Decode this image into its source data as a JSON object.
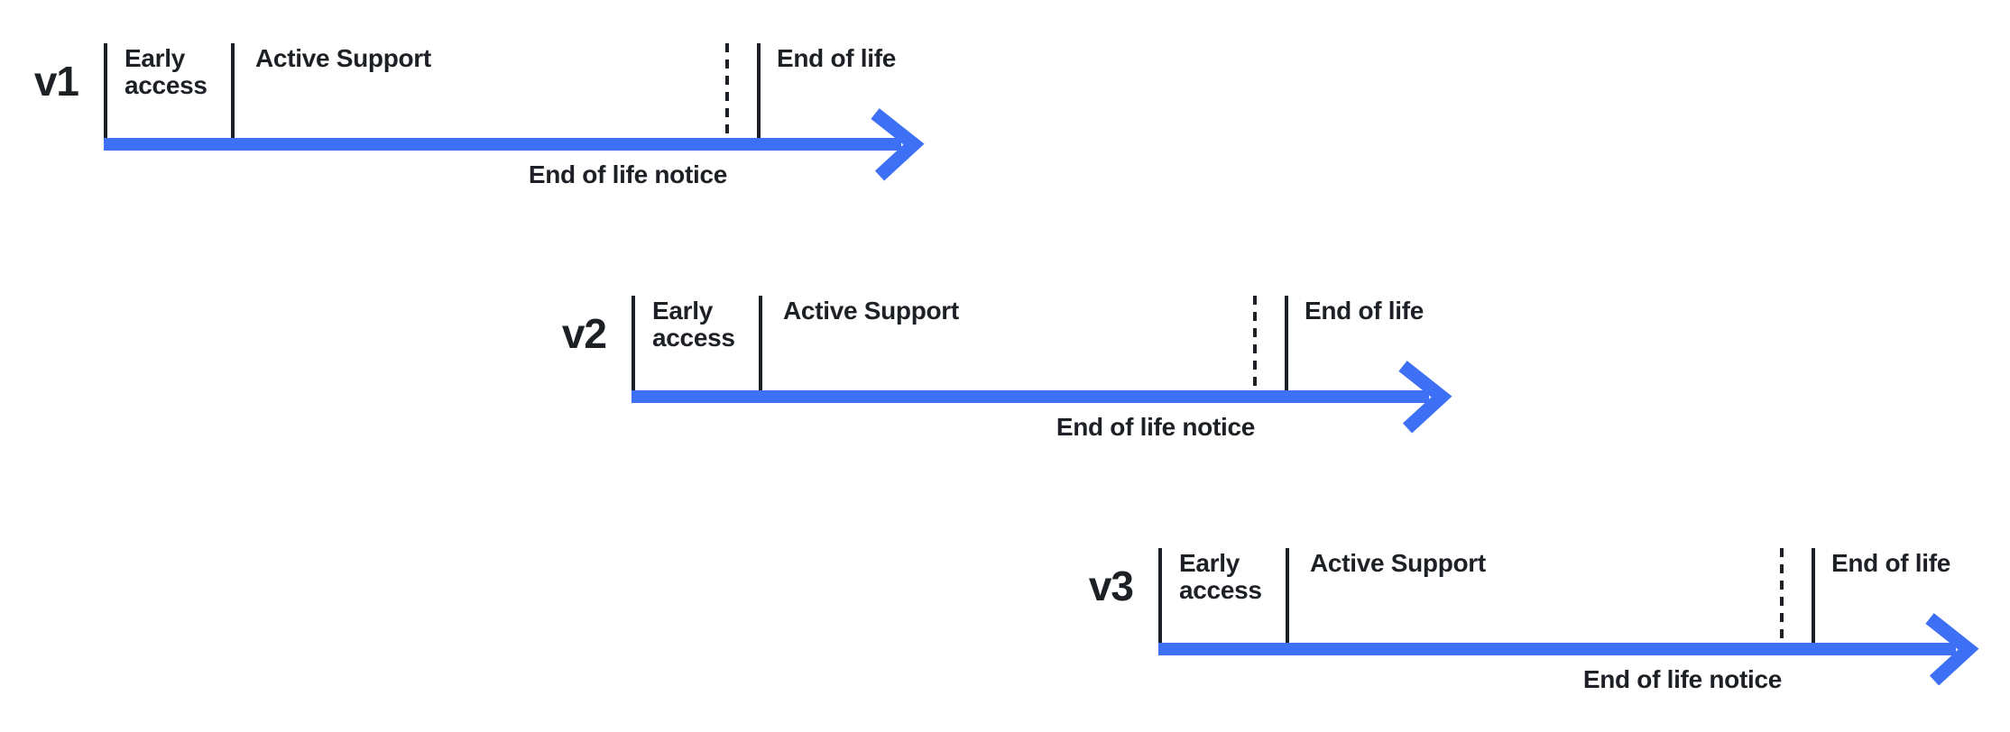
{
  "colors": {
    "accent": "#3d70f5",
    "ink": "#1d2025",
    "background": "#ffffff"
  },
  "rows": [
    {
      "version": "v1",
      "early_access": "Early\naccess",
      "active_support": "Active Support",
      "end_of_life": "End of life",
      "eol_notice": "End of life notice"
    },
    {
      "version": "v2",
      "early_access": "Early\naccess",
      "active_support": "Active Support",
      "end_of_life": "End of life",
      "eol_notice": "End of life notice"
    },
    {
      "version": "v3",
      "early_access": "Early\naccess",
      "active_support": "Active Support",
      "end_of_life": "End of life",
      "eol_notice": "End of life notice"
    }
  ]
}
